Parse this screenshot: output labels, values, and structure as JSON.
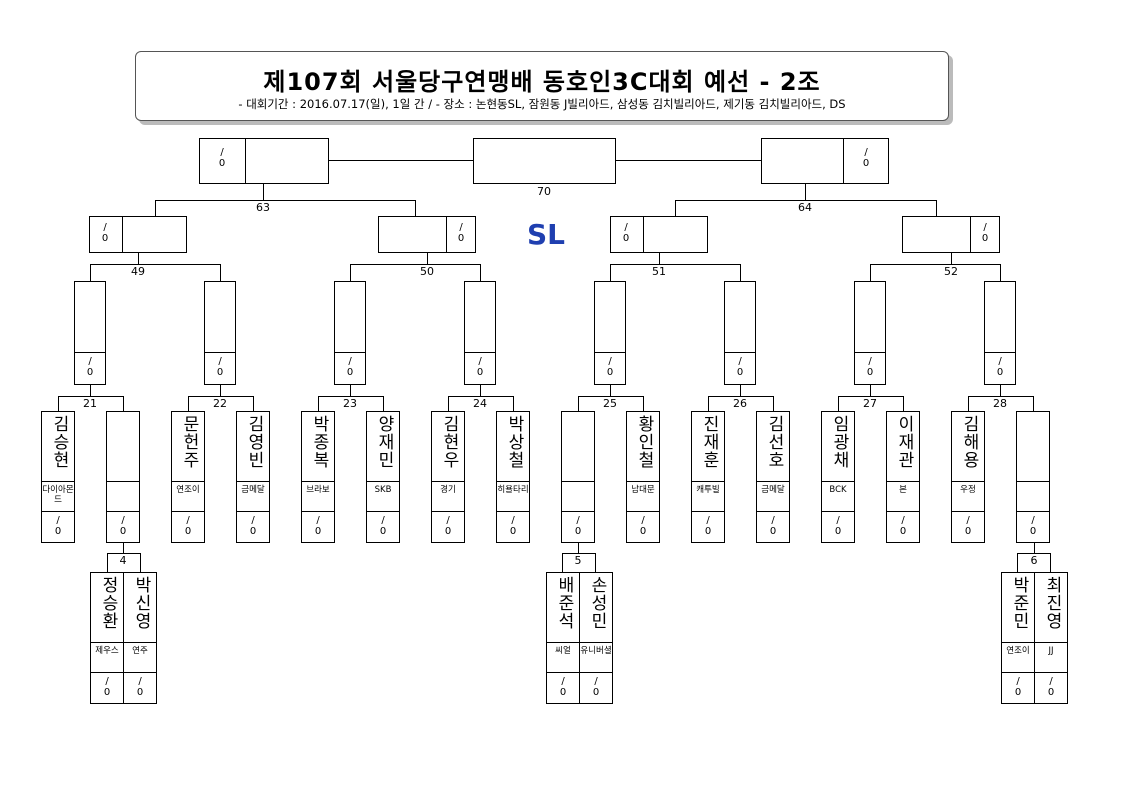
{
  "header": {
    "title": "제107회 서울당구연맹배 동호인3C대회 예선 - 2조",
    "subtitle": "- 대회기간 : 2016.07.17(일), 1일 간 / - 장소 : 논현동SL, 잠원동 J빌리아드, 삼성동 김치빌리아드, 제기동 김치빌리아드, DS"
  },
  "venue_label": "SL",
  "score_placeholder": {
    "top": "/",
    "bottom": "0"
  },
  "match_numbers": {
    "m70": "70",
    "m63": "63",
    "m64": "64",
    "m49": "49",
    "m50": "50",
    "m51": "51",
    "m52": "52",
    "m21": "21",
    "m22": "22",
    "m23": "23",
    "m24": "24",
    "m25": "25",
    "m26": "26",
    "m27": "27",
    "m28": "28",
    "m4": "4",
    "m5": "5",
    "m6": "6"
  },
  "players": [
    {
      "name": "김승현",
      "club": "다이아몬드"
    },
    {
      "name": "",
      "club": ""
    },
    {
      "name": "문헌주",
      "club": "연조이"
    },
    {
      "name": "김영빈",
      "club": "금메달"
    },
    {
      "name": "박종복",
      "club": "브라보"
    },
    {
      "name": "양재민",
      "club": "SKB"
    },
    {
      "name": "김현우",
      "club": "경기"
    },
    {
      "name": "박상철",
      "club": "히욜타리"
    },
    {
      "name": "",
      "club": ""
    },
    {
      "name": "황인철",
      "club": "남대문"
    },
    {
      "name": "진재훈",
      "club": "캐투빌"
    },
    {
      "name": "김선호",
      "club": "금메달"
    },
    {
      "name": "임광채",
      "club": "BCK"
    },
    {
      "name": "이재관",
      "club": "본"
    },
    {
      "name": "김해용",
      "club": "우정"
    },
    {
      "name": "",
      "club": ""
    },
    {
      "name": "정승환",
      "club": "제우스"
    },
    {
      "name": "박신영",
      "club": "연주"
    },
    {
      "name": "배준석",
      "club": "씨얼"
    },
    {
      "name": "손성민",
      "club": "유니버셜"
    },
    {
      "name": "박준민",
      "club": "연조이"
    },
    {
      "name": "최진영",
      "club": "JJ"
    }
  ],
  "colors": {
    "sl": "#1f3fb0",
    "line": "#000000",
    "shadow": "#bbbbbb"
  }
}
